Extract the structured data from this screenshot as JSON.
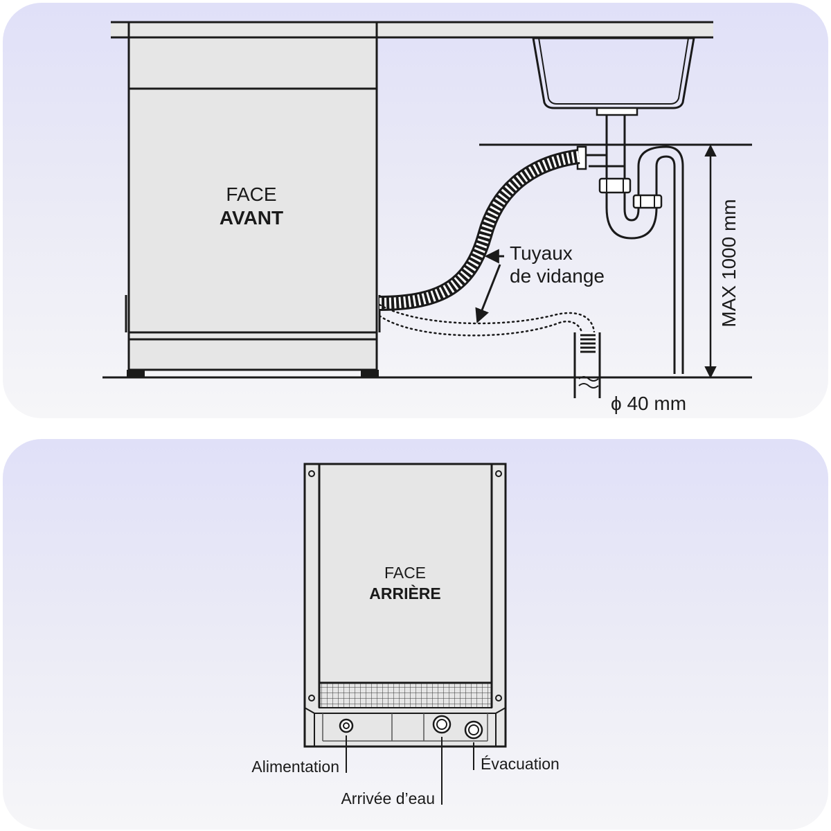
{
  "front_view": {
    "title_line1": "FACE",
    "title_line2": "AVANT",
    "hose_label_line1": "Tuyaux",
    "hose_label_line2": "de vidange",
    "height_label": "MAX 1000 mm",
    "diameter_label": "ϕ 40 mm"
  },
  "rear_view": {
    "title_line1": "FACE",
    "title_line2": "ARRIÈRE",
    "connections": {
      "power": "Alimentation",
      "water_inlet": "Arrivée d’eau",
      "drain": "Évacuation"
    }
  },
  "colors": {
    "panel_top": "#e0e0f8",
    "panel_bottom": "#f6f6f8",
    "appliance_fill": "#e6e6e6",
    "line": "#1a1a1a"
  }
}
